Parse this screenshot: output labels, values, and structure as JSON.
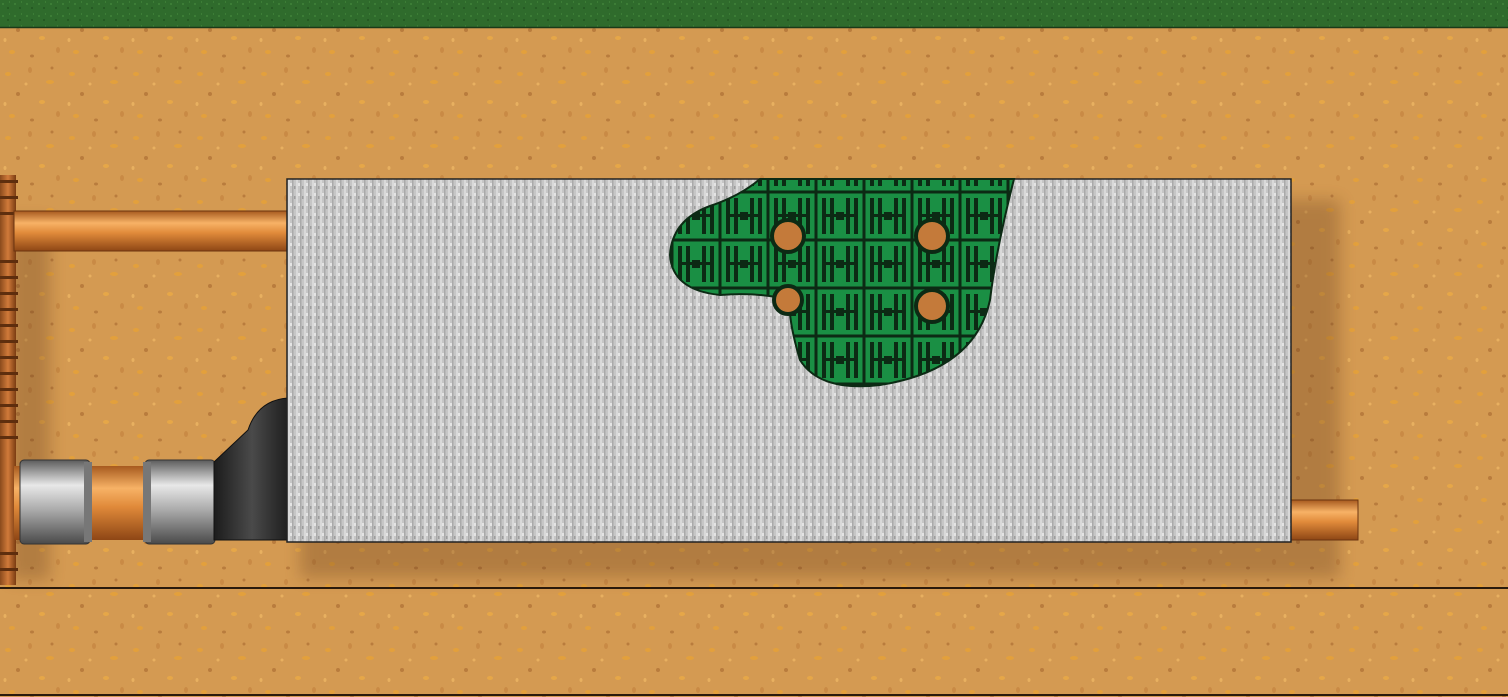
{
  "diagram": {
    "labels": [],
    "colors": {
      "grass": "#2f6b2c",
      "soil": "#d49a52",
      "soil_speck": "#e0a13e",
      "fabric": "#c9c9c9",
      "chamber_green": "#1f9a4a",
      "copper_pipe": "#e08a3a",
      "steel_pipe": "#a9a9a9",
      "rubber_fitting": "#2b2b2b"
    },
    "components": [
      "grass-surface",
      "soil-backfill",
      "trench-base",
      "geotextile-wrapped-tank",
      "exposed-modular-cells",
      "inlet-pipe",
      "outlet-pipe",
      "lower-connection-pipe",
      "reducer-fitting",
      "pipe-couplings",
      "corrugated-riser"
    ]
  }
}
